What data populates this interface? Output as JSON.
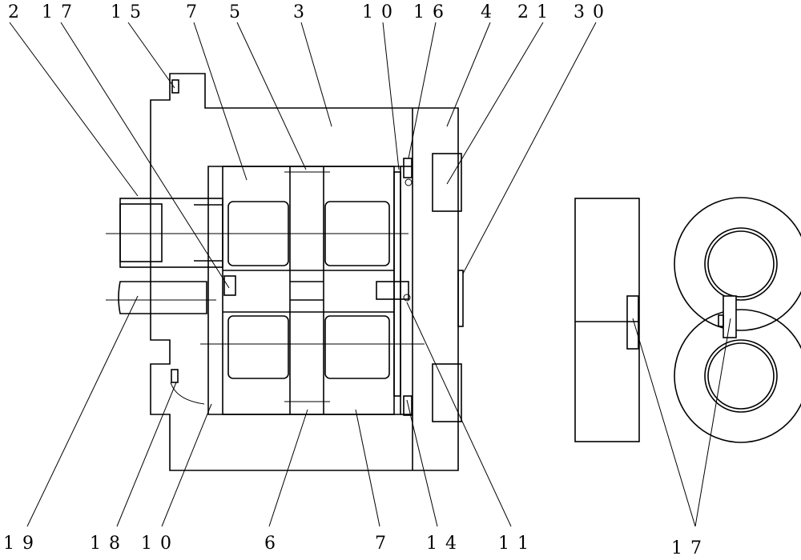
{
  "diagram": {
    "labels_top": [
      "2",
      "17",
      "15",
      "7",
      "5",
      "3",
      "10",
      "16",
      "4",
      "21",
      "30"
    ],
    "labels_bottom": [
      "19",
      "18",
      "10",
      "6",
      "7",
      "14",
      "11",
      "17"
    ],
    "line_color": "#000000",
    "background": "#ffffff"
  }
}
